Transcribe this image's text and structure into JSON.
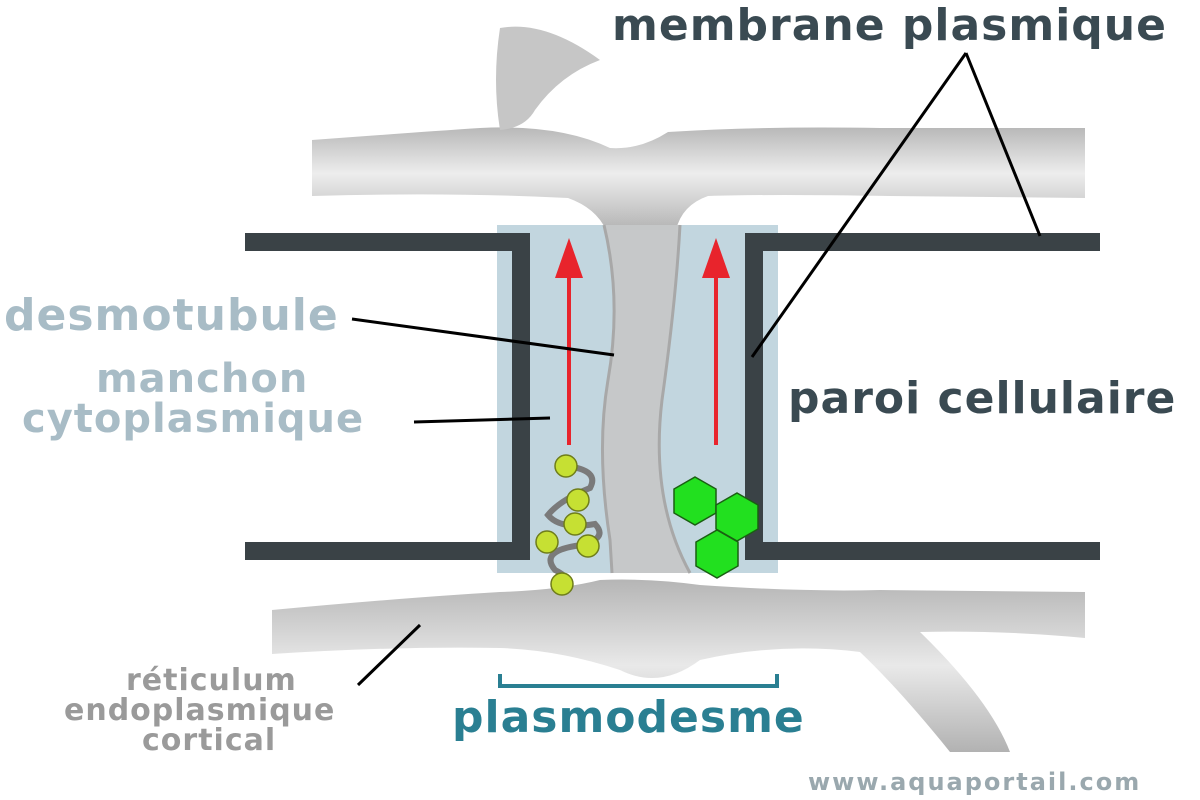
{
  "labels": {
    "membrane_plasmique": "membrane plasmique",
    "desmotubule": "desmotubule",
    "manchon_line1": "manchon",
    "manchon_line2": "cytoplasmique",
    "paroi_cellulaire": "paroi cellulaire",
    "reticulum_line1": "réticulum",
    "reticulum_line2": "endoplasmique",
    "reticulum_line3": "cortical",
    "plasmodesme": "plasmodesme",
    "website": "www.aquaportail.com"
  },
  "colors": {
    "dark_label": "#3a4a52",
    "light_label": "#a8bcc6",
    "gray_label": "#9a9a9a",
    "teal_label": "#2a7f92",
    "wall": "#3a4246",
    "channel": "#b7cfd9",
    "reticulum": "#c9c9c9",
    "arrow": "#e8242c",
    "yellow_particle": "#c6e033",
    "green_particle": "#22e01f"
  }
}
